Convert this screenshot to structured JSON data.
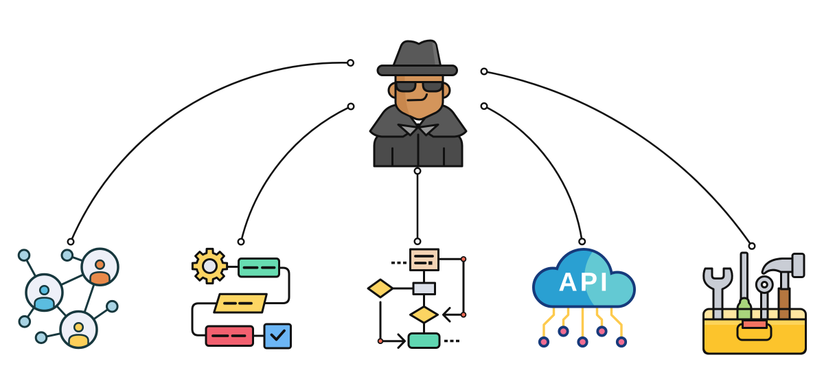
{
  "diagram": {
    "layout": "hub-and-spoke",
    "hub": {
      "icon": "spy-agent-icon"
    },
    "nodes": [
      {
        "icon": "people-network-icon"
      },
      {
        "icon": "workflow-icon"
      },
      {
        "icon": "flowchart-icon"
      },
      {
        "icon": "api-cloud-icon",
        "label": "API"
      },
      {
        "icon": "toolbox-icon"
      }
    ],
    "connections": [
      {
        "from": "spy-agent-icon",
        "to": "people-network-icon",
        "style": "curved"
      },
      {
        "from": "spy-agent-icon",
        "to": "workflow-icon",
        "style": "curved"
      },
      {
        "from": "spy-agent-icon",
        "to": "flowchart-icon",
        "style": "straight"
      },
      {
        "from": "spy-agent-icon",
        "to": "api-cloud-icon",
        "style": "curved"
      },
      {
        "from": "spy-agent-icon",
        "to": "toolbox-icon",
        "style": "curved"
      }
    ]
  },
  "colors": {
    "background": "#ffffff",
    "connector": "#111111",
    "endpoint-fill": "#ffffff",
    "ink": "#111111",
    "network-ink": "#17383e",
    "network-node": "#a8d3e3",
    "network-hub": "#eef0f8",
    "person-orange": "#e8894a",
    "person-blue": "#5bbde0",
    "person-yellow": "#fdd05a",
    "gear": "#fcd462",
    "gear-hub": "#e4e6ee",
    "task-green": "#67dcb1",
    "task-yellow": "#fdd663",
    "task-red": "#f2606f",
    "task-blue": "#6cb6f5",
    "doc-peach": "#f4d3b4",
    "process-gray": "#dde1ea",
    "decision-yellow": "#fcd462",
    "terminal-green": "#5fd6b1",
    "junction-red": "#f26b55",
    "cloud-outline": "#163a7b",
    "cloud-blue": "#2aa0d2",
    "cloud-teal": "#63c9d3",
    "circuit": "#fdca4d",
    "pin": "#f06c92",
    "api-text": "#ffffff",
    "tool-metal": "#c9cdd5",
    "tool-grip": "#a9d47c",
    "tool-wood": "#b5763f",
    "box-rim": "#ffe6a1",
    "box-stripe": "#fdd45a",
    "box-body": "#fcc42c",
    "box-latch": "#f47362",
    "hat-crown": "#595959",
    "hat-brim": "#4f4f4f",
    "skin": "#d4955b",
    "lens": "#4a4a4a",
    "coat": "#4b4b4b",
    "collar": "#585858",
    "shirt": "#9a9a9a"
  }
}
